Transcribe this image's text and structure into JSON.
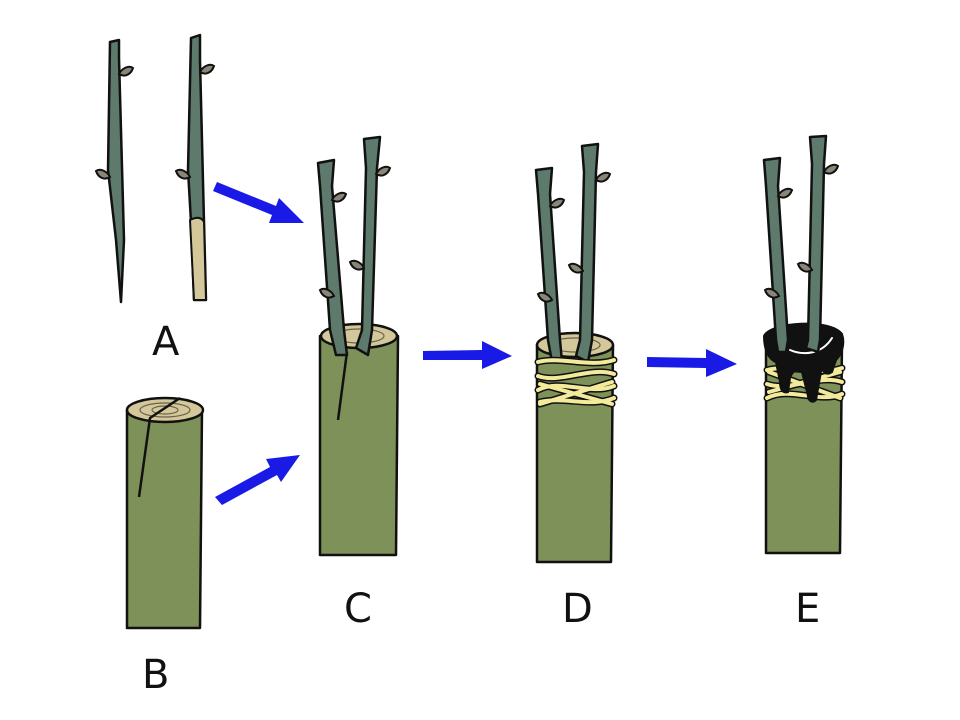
{
  "labels": {
    "a": "A",
    "b": "B",
    "c": "C",
    "d": "D",
    "e": "E"
  },
  "colors": {
    "scion": "#5d7a6c",
    "stock": "#7d9159",
    "cut_wood": "#d4c79a",
    "bud": "#8a8576",
    "twine": "#f3ea9c",
    "arrow": "#1a1ae6",
    "wax": "#111111",
    "outline": "#111111"
  }
}
